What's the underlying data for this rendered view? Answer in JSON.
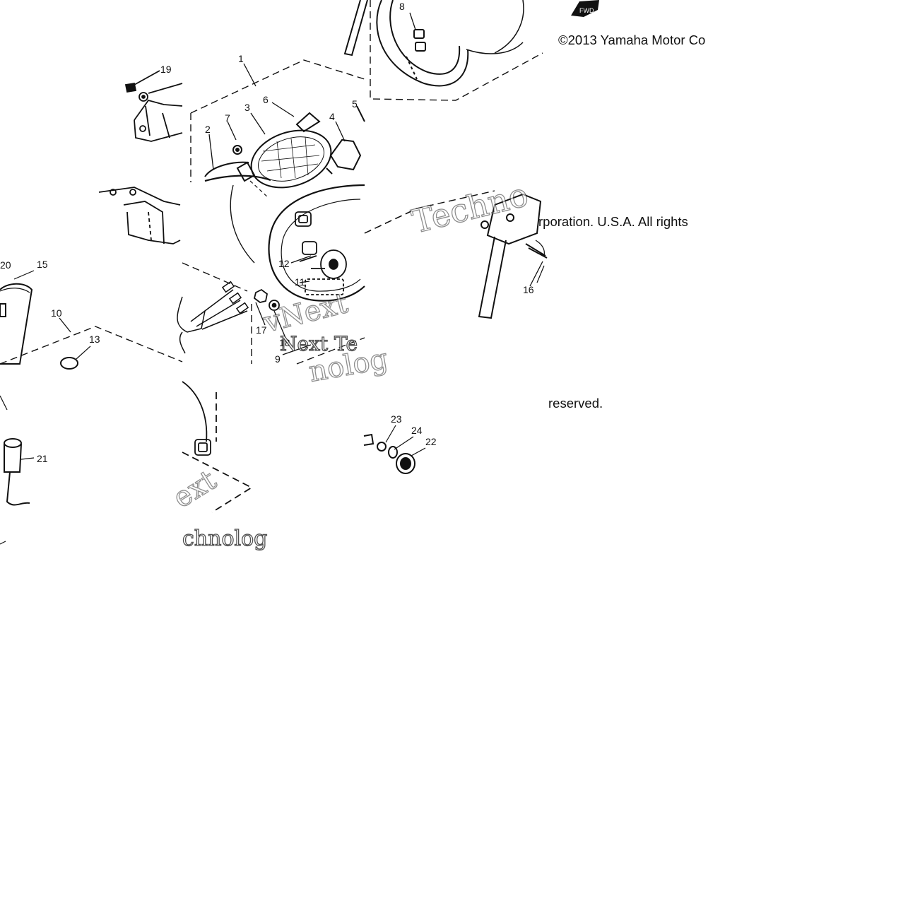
{
  "copyright": {
    "line1": "©2013 Yamaha Motor Co",
    "line2": "rporation. U.S.A. All rights",
    "line3": "reserved."
  },
  "tag": "FWD",
  "watermark": {
    "words": [
      "Techno",
      "vNext",
      "Next Te",
      "nolog",
      "ext",
      "chnolog"
    ]
  },
  "callouts": [
    "1",
    "2",
    "3",
    "4",
    "5",
    "6",
    "7",
    "8",
    "9",
    "10",
    "11",
    "12",
    "13",
    "15",
    "16",
    "17",
    "18",
    "19",
    "20",
    "21",
    "22",
    "23",
    "24"
  ]
}
